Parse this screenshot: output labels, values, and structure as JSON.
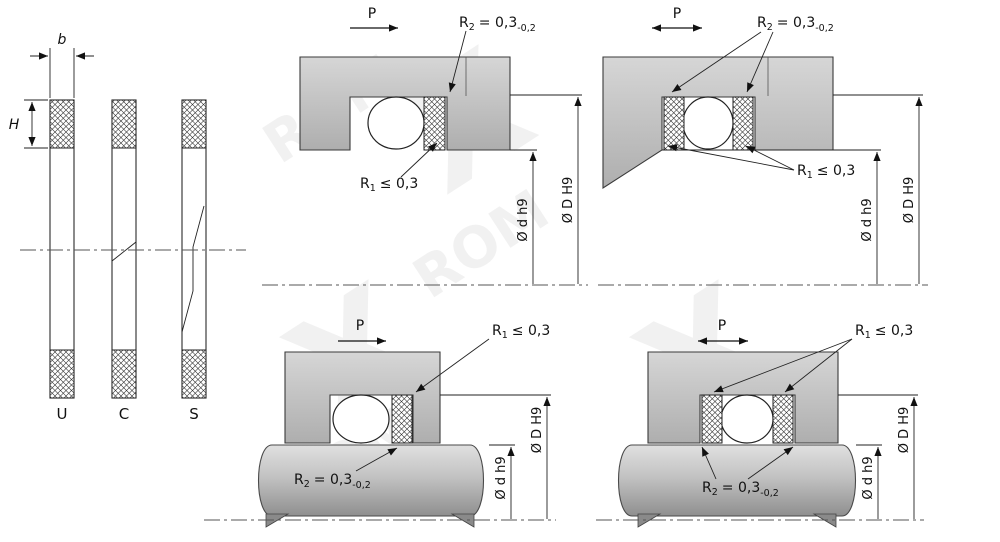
{
  "ring_profiles": {
    "width_dim_label": "b",
    "height_dim_label": "H",
    "types": [
      {
        "label": "U"
      },
      {
        "label": "C"
      },
      {
        "label": "S"
      }
    ]
  },
  "labels": {
    "pressure": "P",
    "r1": {
      "base": "R",
      "sub": "1",
      "cond": "≤ 0,3"
    },
    "r2": {
      "base": "R",
      "sub": "2",
      "eq": "= 0,3",
      "tol": "-0,2"
    },
    "dia_rod": "Ø d h9",
    "dia_bore": "Ø D H9"
  },
  "watermark": {
    "word": "ROM",
    "letter": "X"
  }
}
